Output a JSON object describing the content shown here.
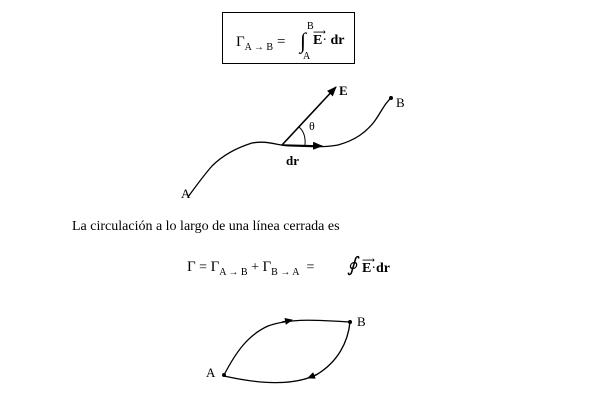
{
  "formula1": {
    "gamma": "Γ",
    "subscript": "A → B",
    "equals": "=",
    "integral": "∫",
    "upper_limit": "B",
    "lower_limit": "A",
    "field": "E",
    "dot": "·",
    "differential": "dr"
  },
  "diagram1": {
    "label_A": "A",
    "label_B": "B",
    "label_E": "E",
    "label_theta": "θ",
    "label_dr": "dr"
  },
  "paragraph": "La circulación a lo largo de una línea cerrada es",
  "formula2": {
    "gamma": "Γ",
    "equals": "=",
    "term1_gamma": "Γ",
    "term1_sub": "A → B",
    "plus": "+",
    "term2_gamma": "Γ",
    "term2_sub": "B → A",
    "equals2": "=",
    "contour_integral": "∮",
    "field": "E",
    "dot": "·",
    "differential": "dr"
  },
  "diagram2": {
    "label_A": "A",
    "label_B": "B"
  }
}
